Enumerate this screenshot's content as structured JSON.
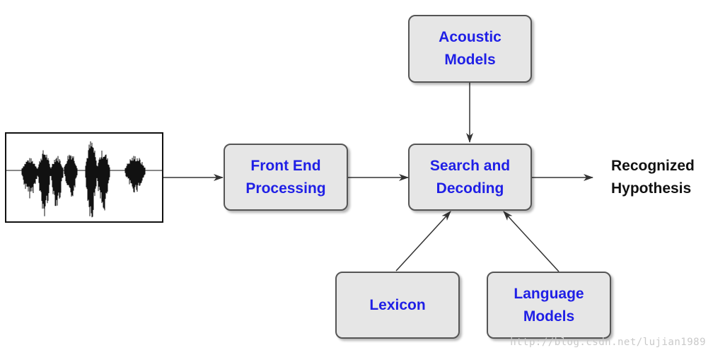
{
  "nodes": {
    "acoustic": {
      "line1": "Acoustic",
      "line2": "Models"
    },
    "frontend": {
      "line1": "Front End",
      "line2": "Processing"
    },
    "search": {
      "line1": "Search and",
      "line2": "Decoding"
    },
    "lexicon": {
      "line1": "Lexicon"
    },
    "language": {
      "line1": "Language",
      "line2": "Models"
    }
  },
  "output": {
    "line1": "Recognized",
    "line2": "Hypothesis"
  },
  "watermark": "http://blog.csdn.net/lujian1989",
  "colors": {
    "node_text": "#1f1fe6",
    "node_fill": "#e6e6e6",
    "border": "#555555",
    "arrow": "#333333"
  }
}
